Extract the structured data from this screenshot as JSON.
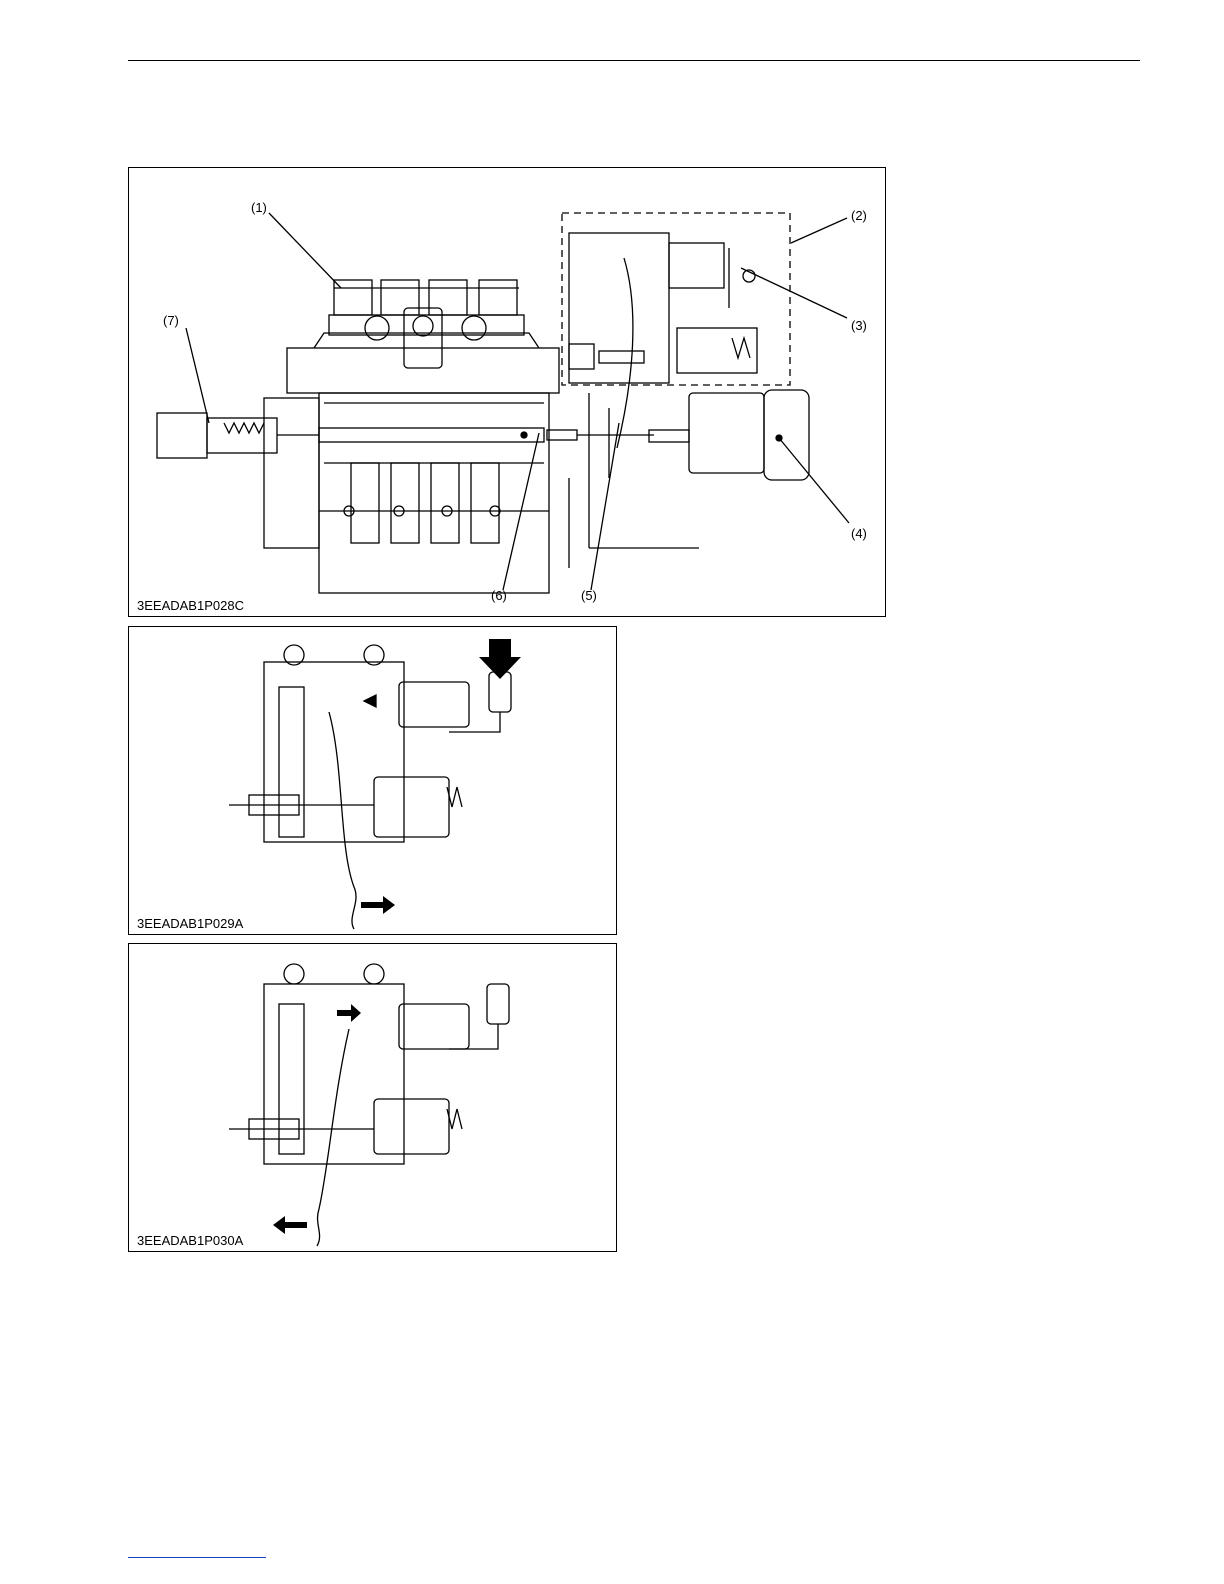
{
  "figures": [
    {
      "id": "3EEADAB1P028C",
      "code": "3EEADAB1P028C",
      "callouts": [
        "(1)",
        "(2)",
        "(3)",
        "(4)",
        "(5)",
        "(6)",
        "(7)"
      ]
    },
    {
      "id": "3EEADAB1P029A",
      "code": "3EEADAB1P029A"
    },
    {
      "id": "3EEADAB1P030A",
      "code": "3EEADAB1P030A"
    }
  ]
}
